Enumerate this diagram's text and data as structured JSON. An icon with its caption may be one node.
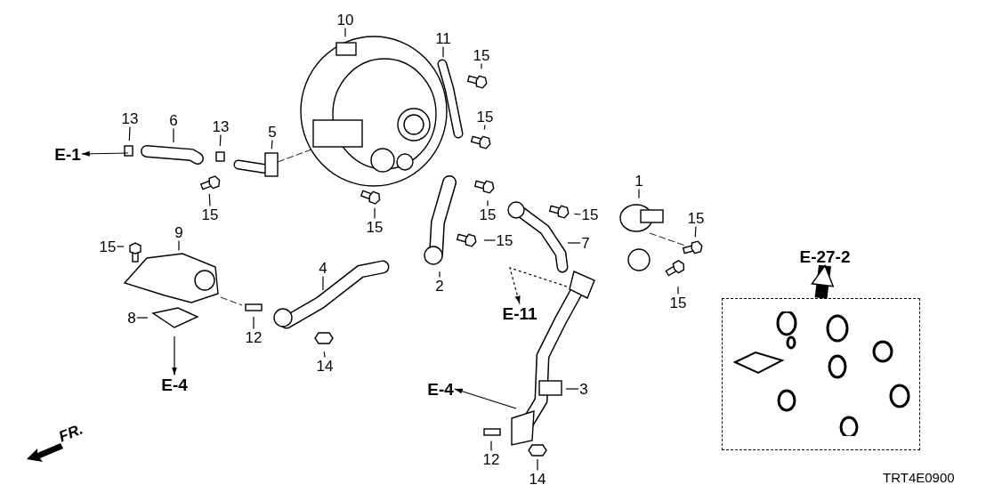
{
  "diagram": {
    "nodes": [
      {
        "text": [
          "10"
        ]
      },
      {
        "text": [
          "11"
        ]
      },
      {
        "text": [
          "15"
        ]
      },
      {
        "text": [
          "15"
        ]
      },
      {
        "text": [
          "13"
        ]
      },
      {
        "text": [
          "6"
        ]
      },
      {
        "text": [
          "13"
        ]
      },
      {
        "text": [
          "5"
        ]
      },
      {
        "text": [
          "E-1"
        ]
      },
      {
        "text": [
          "1"
        ]
      },
      {
        "text": [
          "15"
        ]
      },
      {
        "text": [
          "15"
        ]
      },
      {
        "text": [
          "15"
        ]
      },
      {
        "text": [
          "15"
        ]
      },
      {
        "text": [
          "15"
        ]
      },
      {
        "text": [
          "15"
        ]
      },
      {
        "text": [
          "9"
        ]
      },
      {
        "text": [
          "15"
        ]
      },
      {
        "text": [
          "7"
        ]
      },
      {
        "text": [
          "E-27-2"
        ]
      },
      {
        "text": [
          "4"
        ]
      },
      {
        "text": [
          "2"
        ]
      },
      {
        "text": [
          "15"
        ]
      },
      {
        "text": [
          "E-11"
        ]
      },
      {
        "text": [
          "8"
        ]
      },
      {
        "text": [
          "12"
        ]
      },
      {
        "text": [
          "14"
        ]
      },
      {
        "text": [
          "E-4"
        ]
      },
      {
        "text": [
          "E-4"
        ]
      },
      {
        "text": [
          "3"
        ]
      },
      {
        "text": [
          "12"
        ]
      },
      {
        "text": [
          "14"
        ]
      },
      {
        "text": [],
        "shape": "box"
      }
    ],
    "edges": [
      {
        "from": 0,
        "to": null,
        "arrow": "none"
      },
      {
        "from": 1,
        "to": null,
        "arrow": "none"
      },
      {
        "from": 2,
        "to": null,
        "arrow": "none"
      },
      {
        "from": 3,
        "to": null,
        "arrow": "none"
      },
      {
        "from": 4,
        "to": null,
        "arrow": "none"
      },
      {
        "from": 5,
        "to": null,
        "arrow": "none"
      },
      {
        "from": 6,
        "to": null,
        "arrow": "none"
      },
      {
        "from": 7,
        "to": null,
        "arrow": "none"
      },
      {
        "from": null,
        "to": 8,
        "arrow": "to"
      },
      {
        "from": 9,
        "to": null,
        "arrow": "none"
      },
      {
        "from": 10,
        "to": null,
        "arrow": "none"
      },
      {
        "from": 11,
        "to": null,
        "arrow": "none"
      },
      {
        "from": 12,
        "to": null,
        "arrow": "none"
      },
      {
        "from": 13,
        "to": null,
        "arrow": "none"
      },
      {
        "from": 14,
        "to": null,
        "arrow": "none"
      },
      {
        "from": 15,
        "to": null,
        "arrow": "none"
      },
      {
        "from": 16,
        "to": null,
        "arrow": "none"
      },
      {
        "from": 17,
        "to": null,
        "arrow": "none"
      },
      {
        "from": 18,
        "to": null,
        "arrow": "none"
      },
      {
        "from": 32,
        "to": 19,
        "arrow": "to",
        "style": "thick"
      },
      {
        "from": 20,
        "to": null,
        "arrow": "none"
      },
      {
        "from": 21,
        "to": null,
        "arrow": "none"
      },
      {
        "from": 22,
        "to": null,
        "arrow": "none"
      },
      {
        "from": null,
        "to": 23,
        "arrow": "to",
        "style": "dashed"
      },
      {
        "from": 24,
        "to": null,
        "arrow": "none"
      },
      {
        "from": 25,
        "to": null,
        "arrow": "none"
      },
      {
        "from": 26,
        "to": null,
        "arrow": "none"
      },
      {
        "from": null,
        "to": 27,
        "arrow": "to"
      },
      {
        "from": null,
        "to": 28,
        "arrow": "to"
      },
      {
        "from": 29,
        "to": null,
        "arrow": "none"
      },
      {
        "from": 30,
        "to": null,
        "arrow": "none"
      },
      {
        "from": 31,
        "to": null,
        "arrow": "none"
      }
    ],
    "labels": [
      "FR.",
      "TRT4E0900"
    ]
  }
}
